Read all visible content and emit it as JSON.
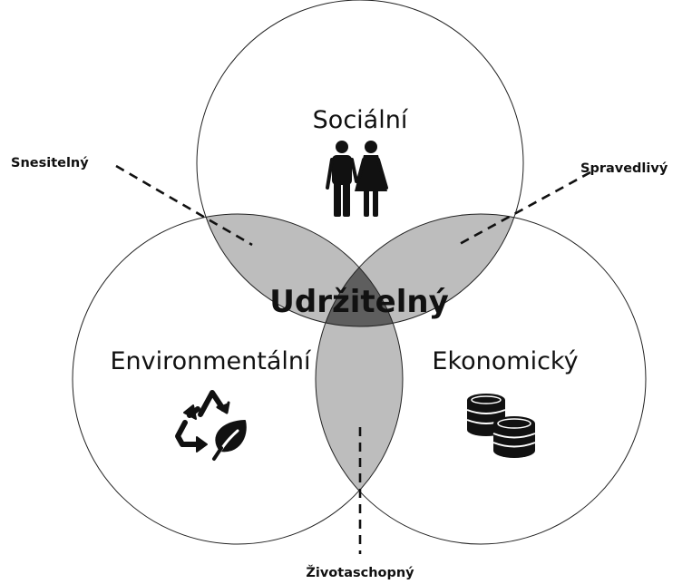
{
  "center_label": "Udržitelný",
  "circles": {
    "social": {
      "label": "Sociální",
      "icon": "people-icon"
    },
    "environmental": {
      "label": "Environmentální",
      "icon": "recycle-leaf-icon"
    },
    "economic": {
      "label": "Ekonomický",
      "icon": "coins-icon"
    }
  },
  "overlaps": {
    "social_environmental": "Snesitelný",
    "social_economic": "Spravedlivý",
    "environmental_economic": "Životaschopný"
  },
  "colors": {
    "pairwise_overlap": "#bdbdbd",
    "center_overlap": "#5e5e5e",
    "outline": "#222222",
    "icon": "#111111"
  }
}
